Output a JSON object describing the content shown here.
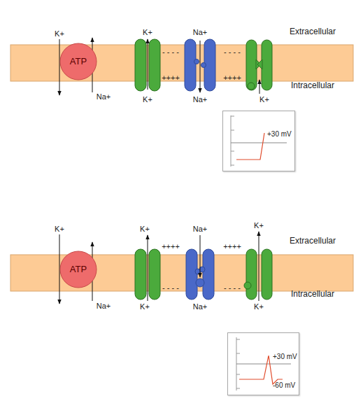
{
  "diagram": {
    "nodes": [
      {
        "text": [
          "ATP"
        ]
      },
      {
        "text": [
          "+30 mV"
        ]
      },
      {
        "text": [
          "ATP"
        ]
      },
      {
        "text": [
          "+30 mV",
          "-60 mV"
        ]
      }
    ],
    "labels": [
      "K+",
      "K+",
      "Na+",
      "Extracellular",
      "- - - -",
      "- - - -",
      "++++",
      "++++",
      "Intracellular",
      "K+",
      "Na+",
      "Na+",
      "K+",
      "K+",
      "K+",
      "Na+",
      "K+",
      "Extracellular",
      "++++",
      "++++",
      "- - - -",
      "- - - -",
      "Intracellular",
      "K+",
      "Na+",
      "Na+",
      "K+"
    ]
  }
}
